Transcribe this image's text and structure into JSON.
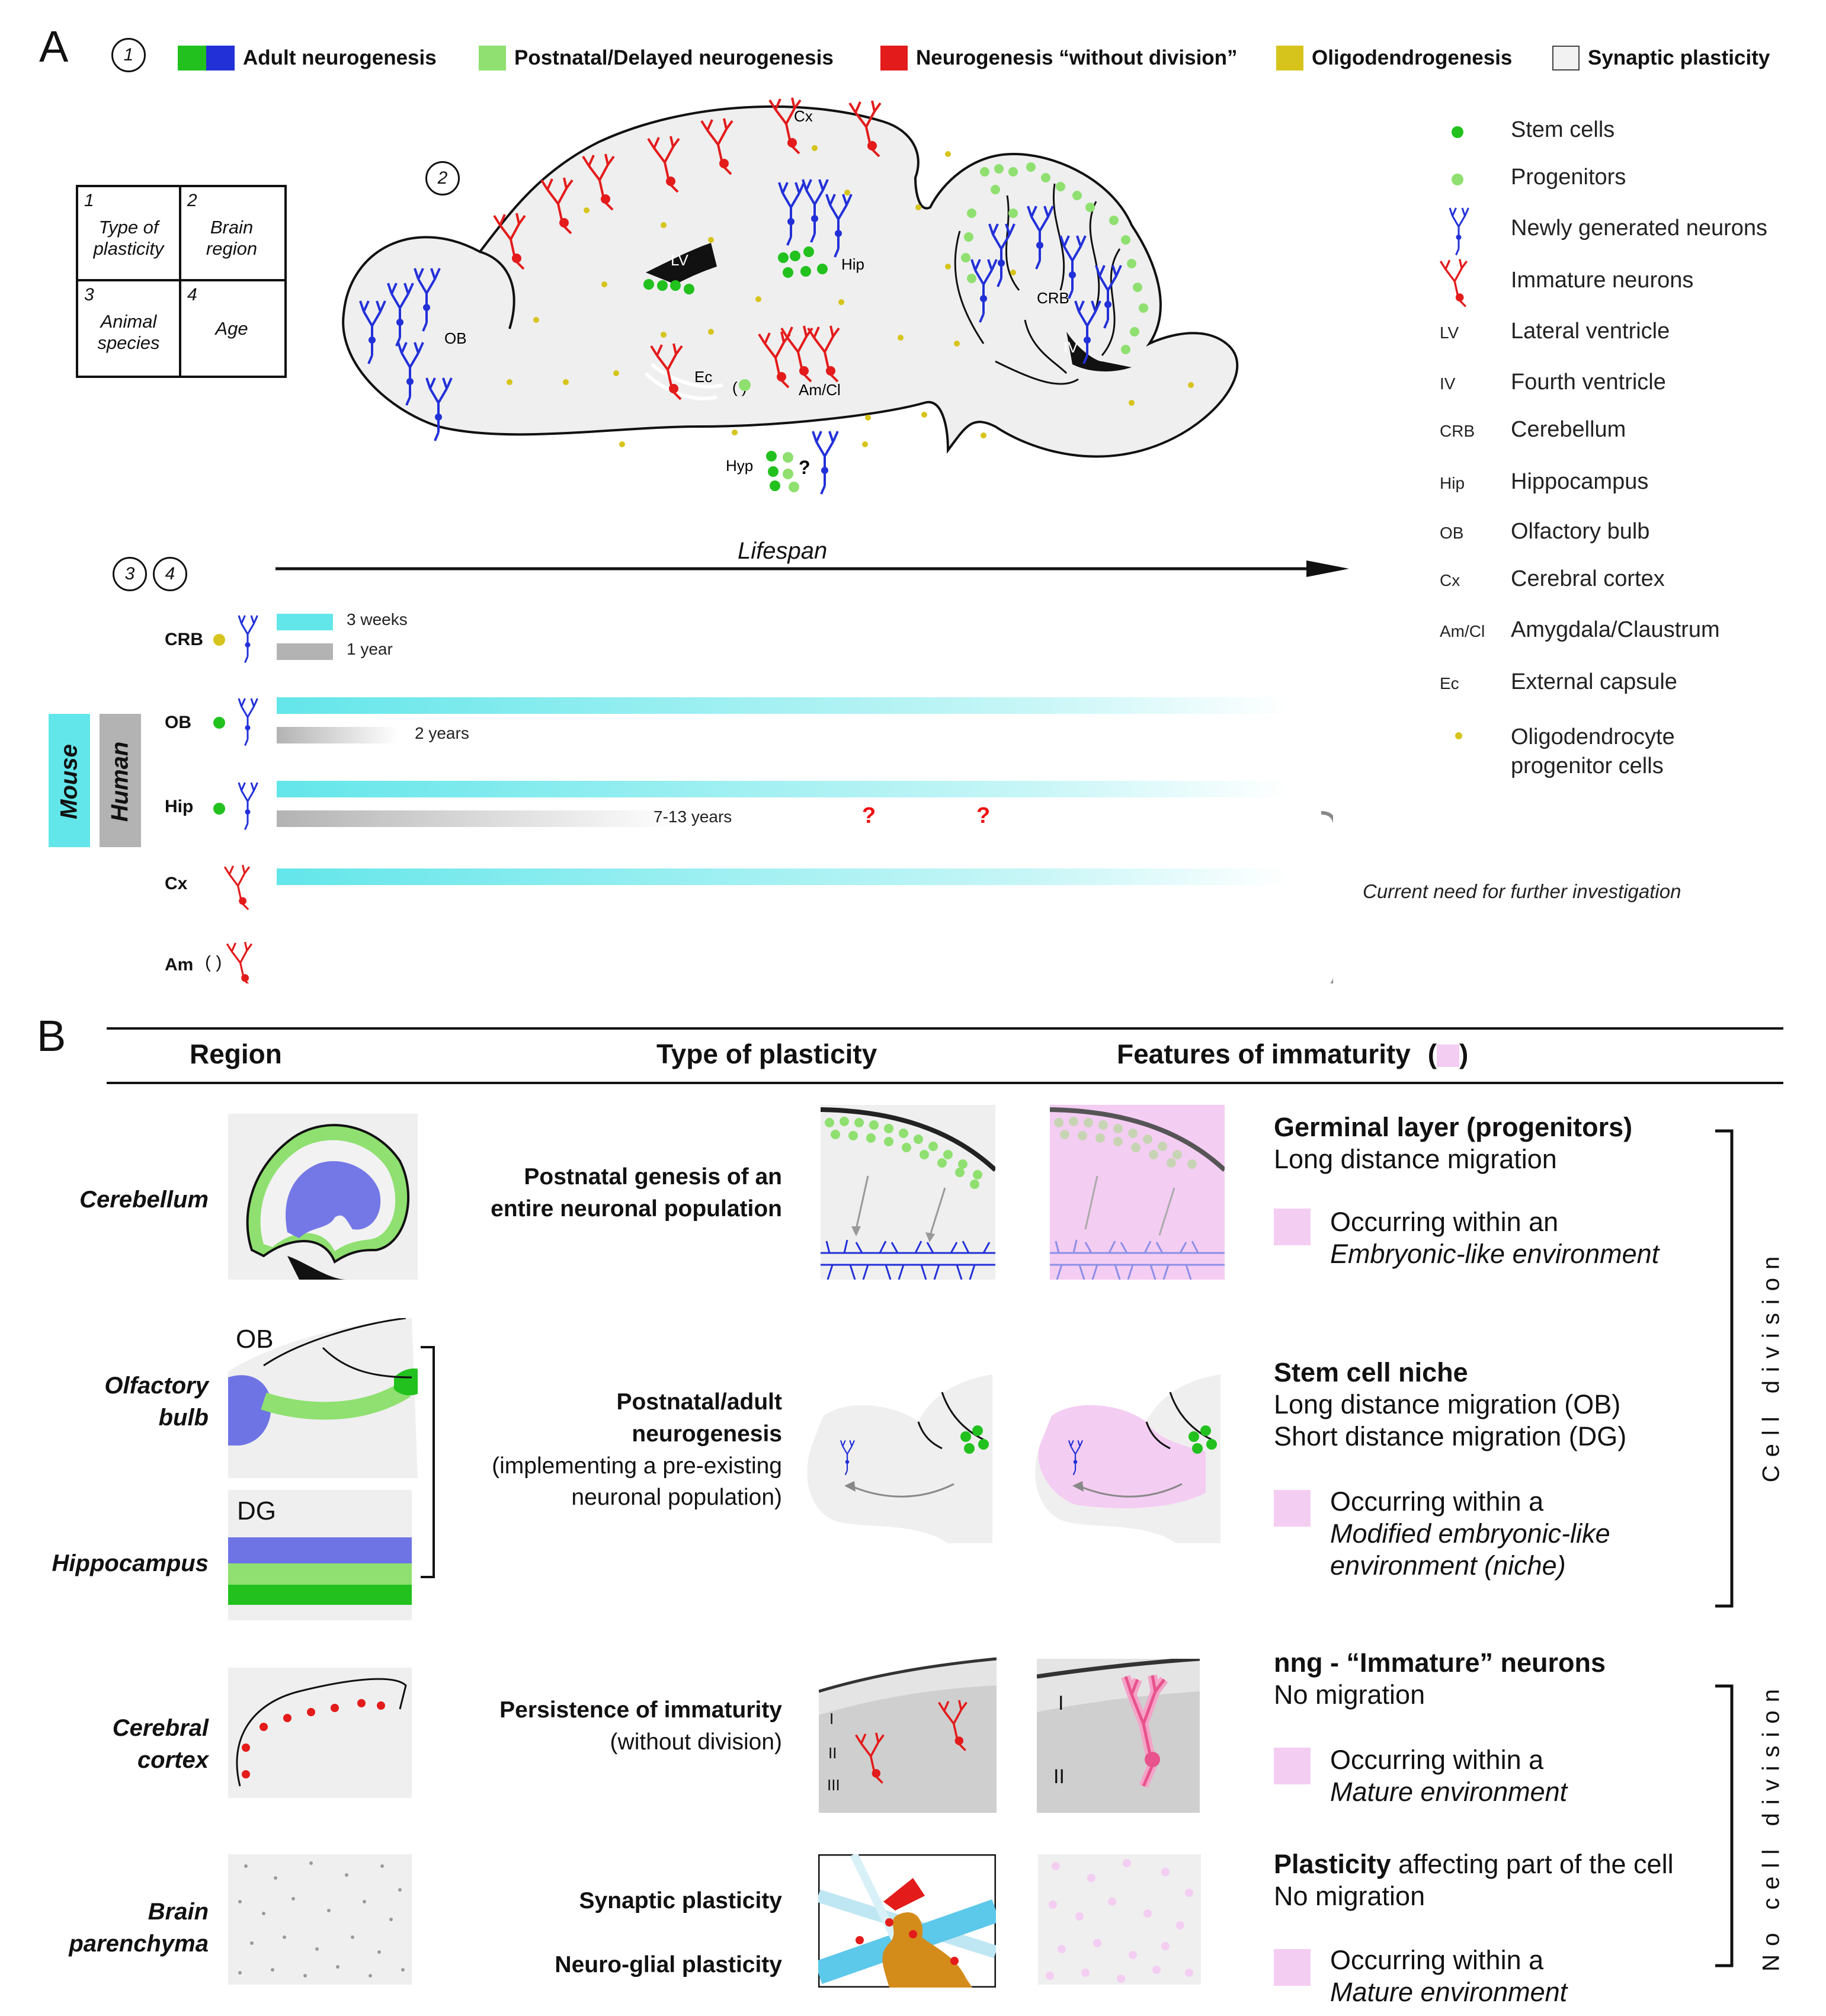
{
  "panelA": {
    "letter": "A",
    "marker1": "1",
    "marker2": "2",
    "marker3": "3",
    "marker4": "4",
    "legend": [
      {
        "label": "Adult neurogenesis",
        "colors": [
          "#22c11e",
          "#2230d8"
        ]
      },
      {
        "label": "Postnatal/Delayed neurogenesis",
        "colors": [
          "#8fe070"
        ]
      },
      {
        "label": "Neurogenesis “without division”",
        "colors": [
          "#e31b1b"
        ]
      },
      {
        "label": "Oligodendrogenesis",
        "colors": [
          "#d6c41c"
        ]
      },
      {
        "label": "Synaptic plasticity",
        "colors": [
          "#f2f2f2"
        ]
      }
    ],
    "key": {
      "c1": {
        "num": "1",
        "label1": "Type of",
        "label2": "plasticity"
      },
      "c2": {
        "num": "2",
        "label1": "Brain",
        "label2": "region"
      },
      "c3": {
        "num": "3",
        "label1": "Animal",
        "label2": "species"
      },
      "c4": {
        "num": "4",
        "label1": "Age"
      }
    },
    "brain_labels": {
      "cx": "Cx",
      "lv": "LV",
      "hip": "Hip",
      "ob": "OB",
      "ec": "Ec",
      "amcl": "Am/Cl",
      "hyp": "Hyp",
      "crb": "CRB",
      "iv": "IV",
      "q": "?",
      "paren": "( )"
    },
    "lifespan": "Lifespan",
    "rows": [
      {
        "label": "CRB"
      },
      {
        "label": "OB"
      },
      {
        "label": "Hip"
      },
      {
        "label": "Cx"
      },
      {
        "label": "Am",
        "paren": "( )"
      }
    ],
    "crb_bars": {
      "mouse": "3 weeks",
      "human": "1 year"
    },
    "ob_human": "2 years",
    "hip_human": "7-13 years",
    "q1": "?",
    "q2": "?",
    "species": {
      "mouse": "Mouse",
      "human": "Human"
    },
    "brace_note": "Current need for further investigation",
    "right_legend": [
      {
        "sym": "",
        "label": "Stem cells"
      },
      {
        "sym": "",
        "label": "Progenitors"
      },
      {
        "sym": "",
        "label": "Newly generated neurons"
      },
      {
        "sym": "",
        "label": "Immature neurons"
      },
      {
        "sym": "LV",
        "label": "Lateral ventricle"
      },
      {
        "sym": "IV",
        "label": "Fourth ventricle"
      },
      {
        "sym": "CRB",
        "label": "Cerebellum"
      },
      {
        "sym": "Hip",
        "label": "Hippocampus"
      },
      {
        "sym": "OB",
        "label": "Olfactory bulb"
      },
      {
        "sym": "Cx",
        "label": "Cerebral cortex"
      },
      {
        "sym": "Am/Cl",
        "label": "Amygdala/Claustrum"
      },
      {
        "sym": "Ec",
        "label": "External capsule"
      },
      {
        "sym": "",
        "label": "Oligodendrocyte",
        "label2": "progenitor cells"
      }
    ]
  },
  "panelB": {
    "letter": "B",
    "headers": {
      "region": "Region",
      "plasticity": "Type of plasticity",
      "features": "Features of immaturity",
      "features_open": "(",
      "features_close": ")"
    },
    "regions": {
      "cerebellum": "Cerebellum",
      "olfactory1": "Olfactory",
      "olfactory2": "bulb",
      "hippocampus": "Hippocampus",
      "cortex1": "Cerebral",
      "cortex2": "cortex",
      "parenchyma1": "Brain",
      "parenchyma2": "parenchyma"
    },
    "thumb_labels": {
      "ob": "OB",
      "dg": "DG",
      "layer1": "I",
      "layer2": "II",
      "layer3": "III",
      "layer1b": "I",
      "layer2b": "II"
    },
    "plasticity": {
      "p1a": "Postnatal genesis of an",
      "p1b": "entire neuronal population",
      "p2a": "Postnatal/adult",
      "p2b": "neurogenesis",
      "p2c": "(implementing a pre-existing",
      "p2d": "neuronal population)",
      "p3a": "Persistence of immaturity",
      "p3b": "(without division)",
      "p4": "Synaptic plasticity",
      "p5": "Neuro-glial plasticity"
    },
    "features": {
      "f1_title": "Germinal layer (progenitors)",
      "f1_l1": "Long distance migration",
      "f1_env1": "Occurring within an",
      "f1_env2": "Embryonic-like environment",
      "f2_title": "Stem cell niche",
      "f2_l1": "Long distance migration (OB)",
      "f2_l2": "Short distance migration (DG)",
      "f2_env1": "Occurring within a",
      "f2_env2": "Modified embryonic-like",
      "f2_env3": "environment (niche)",
      "f3_title": "nng - “Immature” neurons",
      "f3_l1": "No migration",
      "f3_env1": "Occurring within a",
      "f3_env2": "Mature environment",
      "f4_title": "Plasticity",
      "f4_rest": " affecting part of the cell",
      "f4_l1": "No migration",
      "f4_env1": "Occurring within a",
      "f4_env2": "Mature environment"
    },
    "brackets": {
      "division": "Cell division",
      "no_division": "No cell division"
    }
  },
  "colors": {
    "stem": "#22c11e",
    "progenitor": "#8fe070",
    "new_neuron": "#2230d8",
    "immature": "#e31b1b",
    "opc": "#d6c41c",
    "mouse_bar": "#63e6ea",
    "human_bar": "#b3b3b3",
    "pink": "#f4cdf3",
    "brain_fill": "#efefef"
  }
}
